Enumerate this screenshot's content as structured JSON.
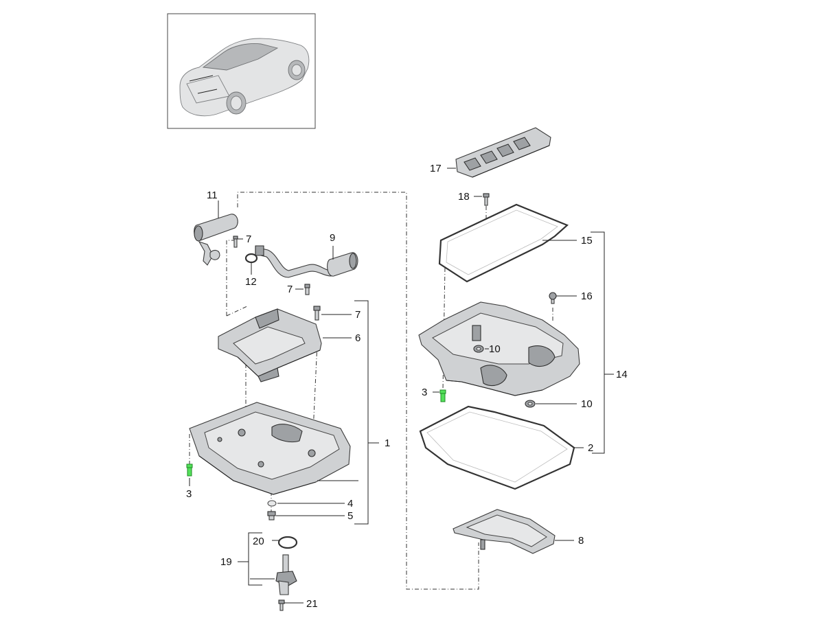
{
  "callouts": [
    {
      "id": "c1",
      "label": "1"
    },
    {
      "id": "c2",
      "label": "2"
    },
    {
      "id": "c3a",
      "label": "3"
    },
    {
      "id": "c3b",
      "label": "3"
    },
    {
      "id": "c4",
      "label": "4"
    },
    {
      "id": "c5",
      "label": "5"
    },
    {
      "id": "c6",
      "label": "6"
    },
    {
      "id": "c7a",
      "label": "7"
    },
    {
      "id": "c7b",
      "label": "7"
    },
    {
      "id": "c7c",
      "label": "7"
    },
    {
      "id": "c8",
      "label": "8"
    },
    {
      "id": "c9",
      "label": "9"
    },
    {
      "id": "c10a",
      "label": "10"
    },
    {
      "id": "c10b",
      "label": "10"
    },
    {
      "id": "c11",
      "label": "11"
    },
    {
      "id": "c12",
      "label": "12"
    },
    {
      "id": "c14",
      "label": "14"
    },
    {
      "id": "c15",
      "label": "15"
    },
    {
      "id": "c16",
      "label": "16"
    },
    {
      "id": "c17",
      "label": "17"
    },
    {
      "id": "c18",
      "label": "18"
    },
    {
      "id": "c19",
      "label": "19"
    },
    {
      "id": "c20",
      "label": "20"
    },
    {
      "id": "c21",
      "label": "21"
    }
  ],
  "colors": {
    "highlight": "#53e05a",
    "part": "#cfd1d3",
    "line": "#222222"
  }
}
